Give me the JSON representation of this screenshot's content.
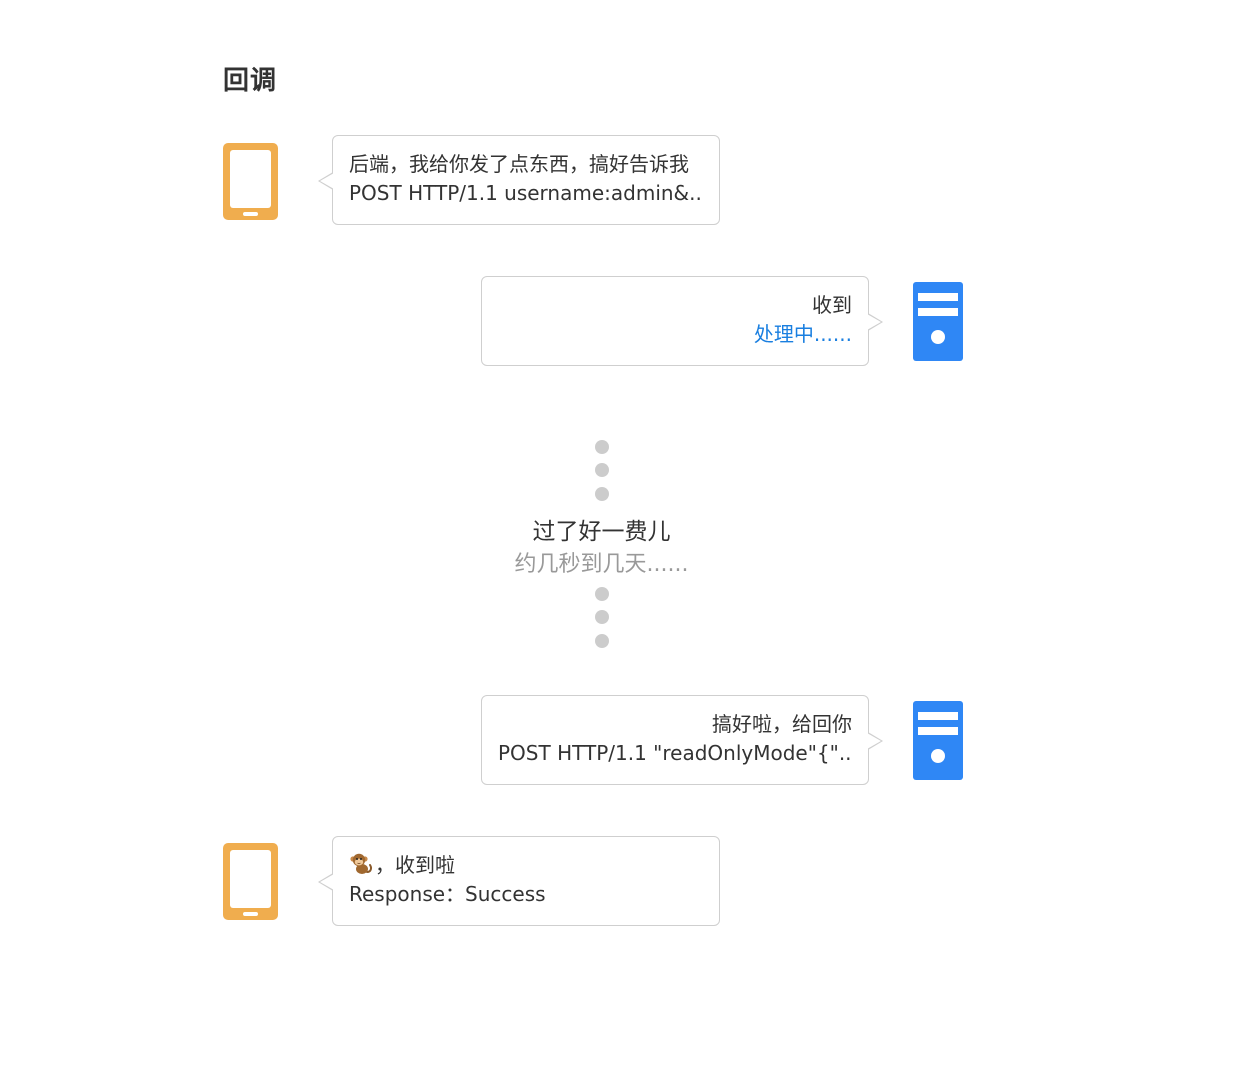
{
  "title": "回调",
  "colors": {
    "client_icon": "#f0ad4e",
    "server_icon": "#2f87f5",
    "processing_text": "#1a7fe0",
    "border": "#cfcfcf",
    "dots": "#cccccc",
    "muted_text": "#999999"
  },
  "messages": [
    {
      "from": "client",
      "line1": "后端，我给你发了点东西，搞好告诉我",
      "line2": "POST HTTP/1.1 username:admin&..."
    },
    {
      "from": "server",
      "line1": "收到",
      "line2": "处理中......"
    },
    {
      "from": "server",
      "line1": "搞好啦，给回你",
      "line2": "POST HTTP/1.1 \"readOnlyMode\"{\"..."
    },
    {
      "from": "client",
      "line1_emoji": "monkey-emoji",
      "line1": "，收到啦",
      "line2": "Response：Success"
    }
  ],
  "wait": {
    "main": "过了好一费儿",
    "sub": "约几秒到几天......"
  },
  "icons": {
    "client": "tablet-icon",
    "server": "server-icon"
  }
}
